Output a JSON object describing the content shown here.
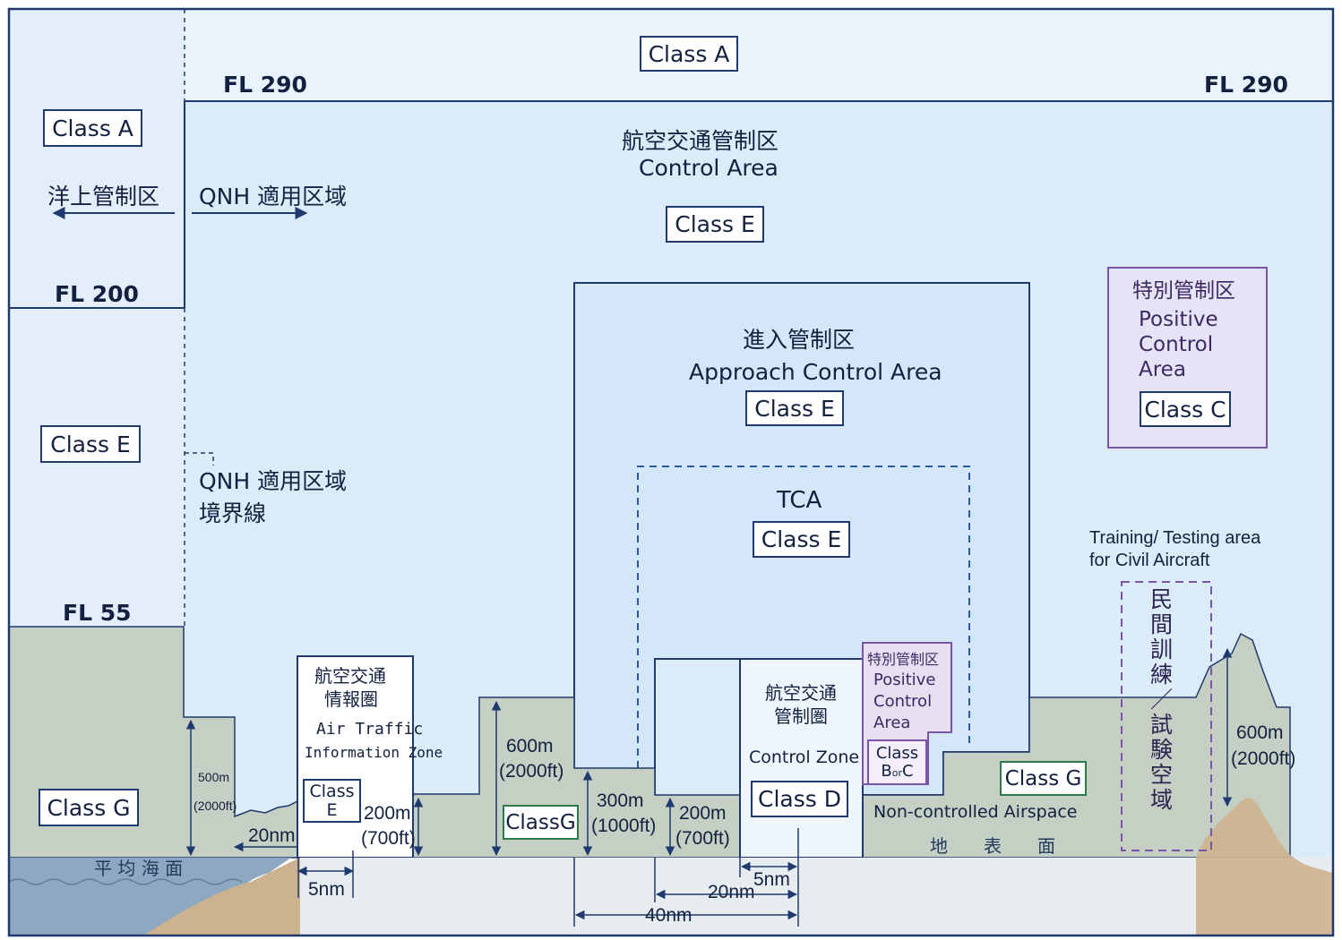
{
  "labels": {
    "top_class_a": "Class A",
    "fl290_left": "FL 290",
    "fl290_right": "FL 290",
    "control_area_jp": "航空交通管制区",
    "control_area_en": "Control Area",
    "control_area_class": "Class E",
    "left_class_a": "Class A",
    "oceanic_jp": "洋上管制区",
    "qnh_area": "QNH 適用区域",
    "fl200": "FL 200",
    "left_class_e": "Class E",
    "qnh_boundary_line1": "QNH 適用区域",
    "qnh_boundary_line2": "境界線",
    "fl55": "FL 55",
    "left_class_g": "Class G",
    "mean_sea_level": "平 均 海 面",
    "approach_jp": "進入管制区",
    "approach_en": "Approach Control Area",
    "approach_class": "Class E",
    "tca": "TCA",
    "tca_class": "Class E",
    "positive_jp": "特別管制区",
    "positive_en1": "Positive",
    "positive_en2": "Control",
    "positive_en3": "Area",
    "positive_class": "Class C",
    "training_en1": "Training/ Testing area",
    "training_en2": "for Civil Aircraft",
    "training_jp_chars": [
      "民",
      "間",
      "訓",
      "練",
      "／",
      "試",
      "験",
      "空",
      "域"
    ],
    "atiz_jp1": "航空交通",
    "atiz_jp2": "情報圏",
    "atiz_en1": "Air Traffic",
    "atiz_en2": "Information Zone",
    "atiz_class_line1": "Class",
    "atiz_class_line2": "E",
    "cz_jp1": "航空交通",
    "cz_jp2": "管制圏",
    "cz_en": "Control Zone",
    "cz_class": "Class D",
    "pca_small_jp": "特別管制区",
    "pca_small_en1": "Positive",
    "pca_small_en2": "Control",
    "pca_small_en3": "Area",
    "pca_small_class_line1": "Class",
    "pca_small_class_b": "B",
    "pca_small_class_or": "or",
    "pca_small_class_c": "C",
    "class_g_ground": "ClassG",
    "class_g_right": "Class G",
    "non_controlled": "Non-controlled Airspace",
    "ground_surface": "地　　表　　面"
  },
  "dimensions": {
    "h500_m": "500m",
    "h500_ft": "(2000ft)",
    "d20nm_left": "20nm",
    "d5nm_left": "5nm",
    "h200_left_m": "200m",
    "h200_left_ft": "(700ft)",
    "h600_m": "600m",
    "h600_ft": "(2000ft)",
    "h300_m": "300m",
    "h300_ft": "(1000ft)",
    "h200_right_m": "200m",
    "h200_right_ft": "(700ft)",
    "d5nm_right": "5nm",
    "d20nm_right": "20nm",
    "d40nm": "40nm",
    "h600_right_m": "600m",
    "h600_right_ft": "(2000ft)"
  },
  "colors": {
    "sky_top": "#e9f3fc",
    "sky": "#dcebf8",
    "approach_fill": "#d2e6f7",
    "ground": "#c5cfc4",
    "sea": "#9fb6cc",
    "line": "#1e3a6e",
    "purple": "#7a55a8",
    "green": "#2b7a4a"
  }
}
